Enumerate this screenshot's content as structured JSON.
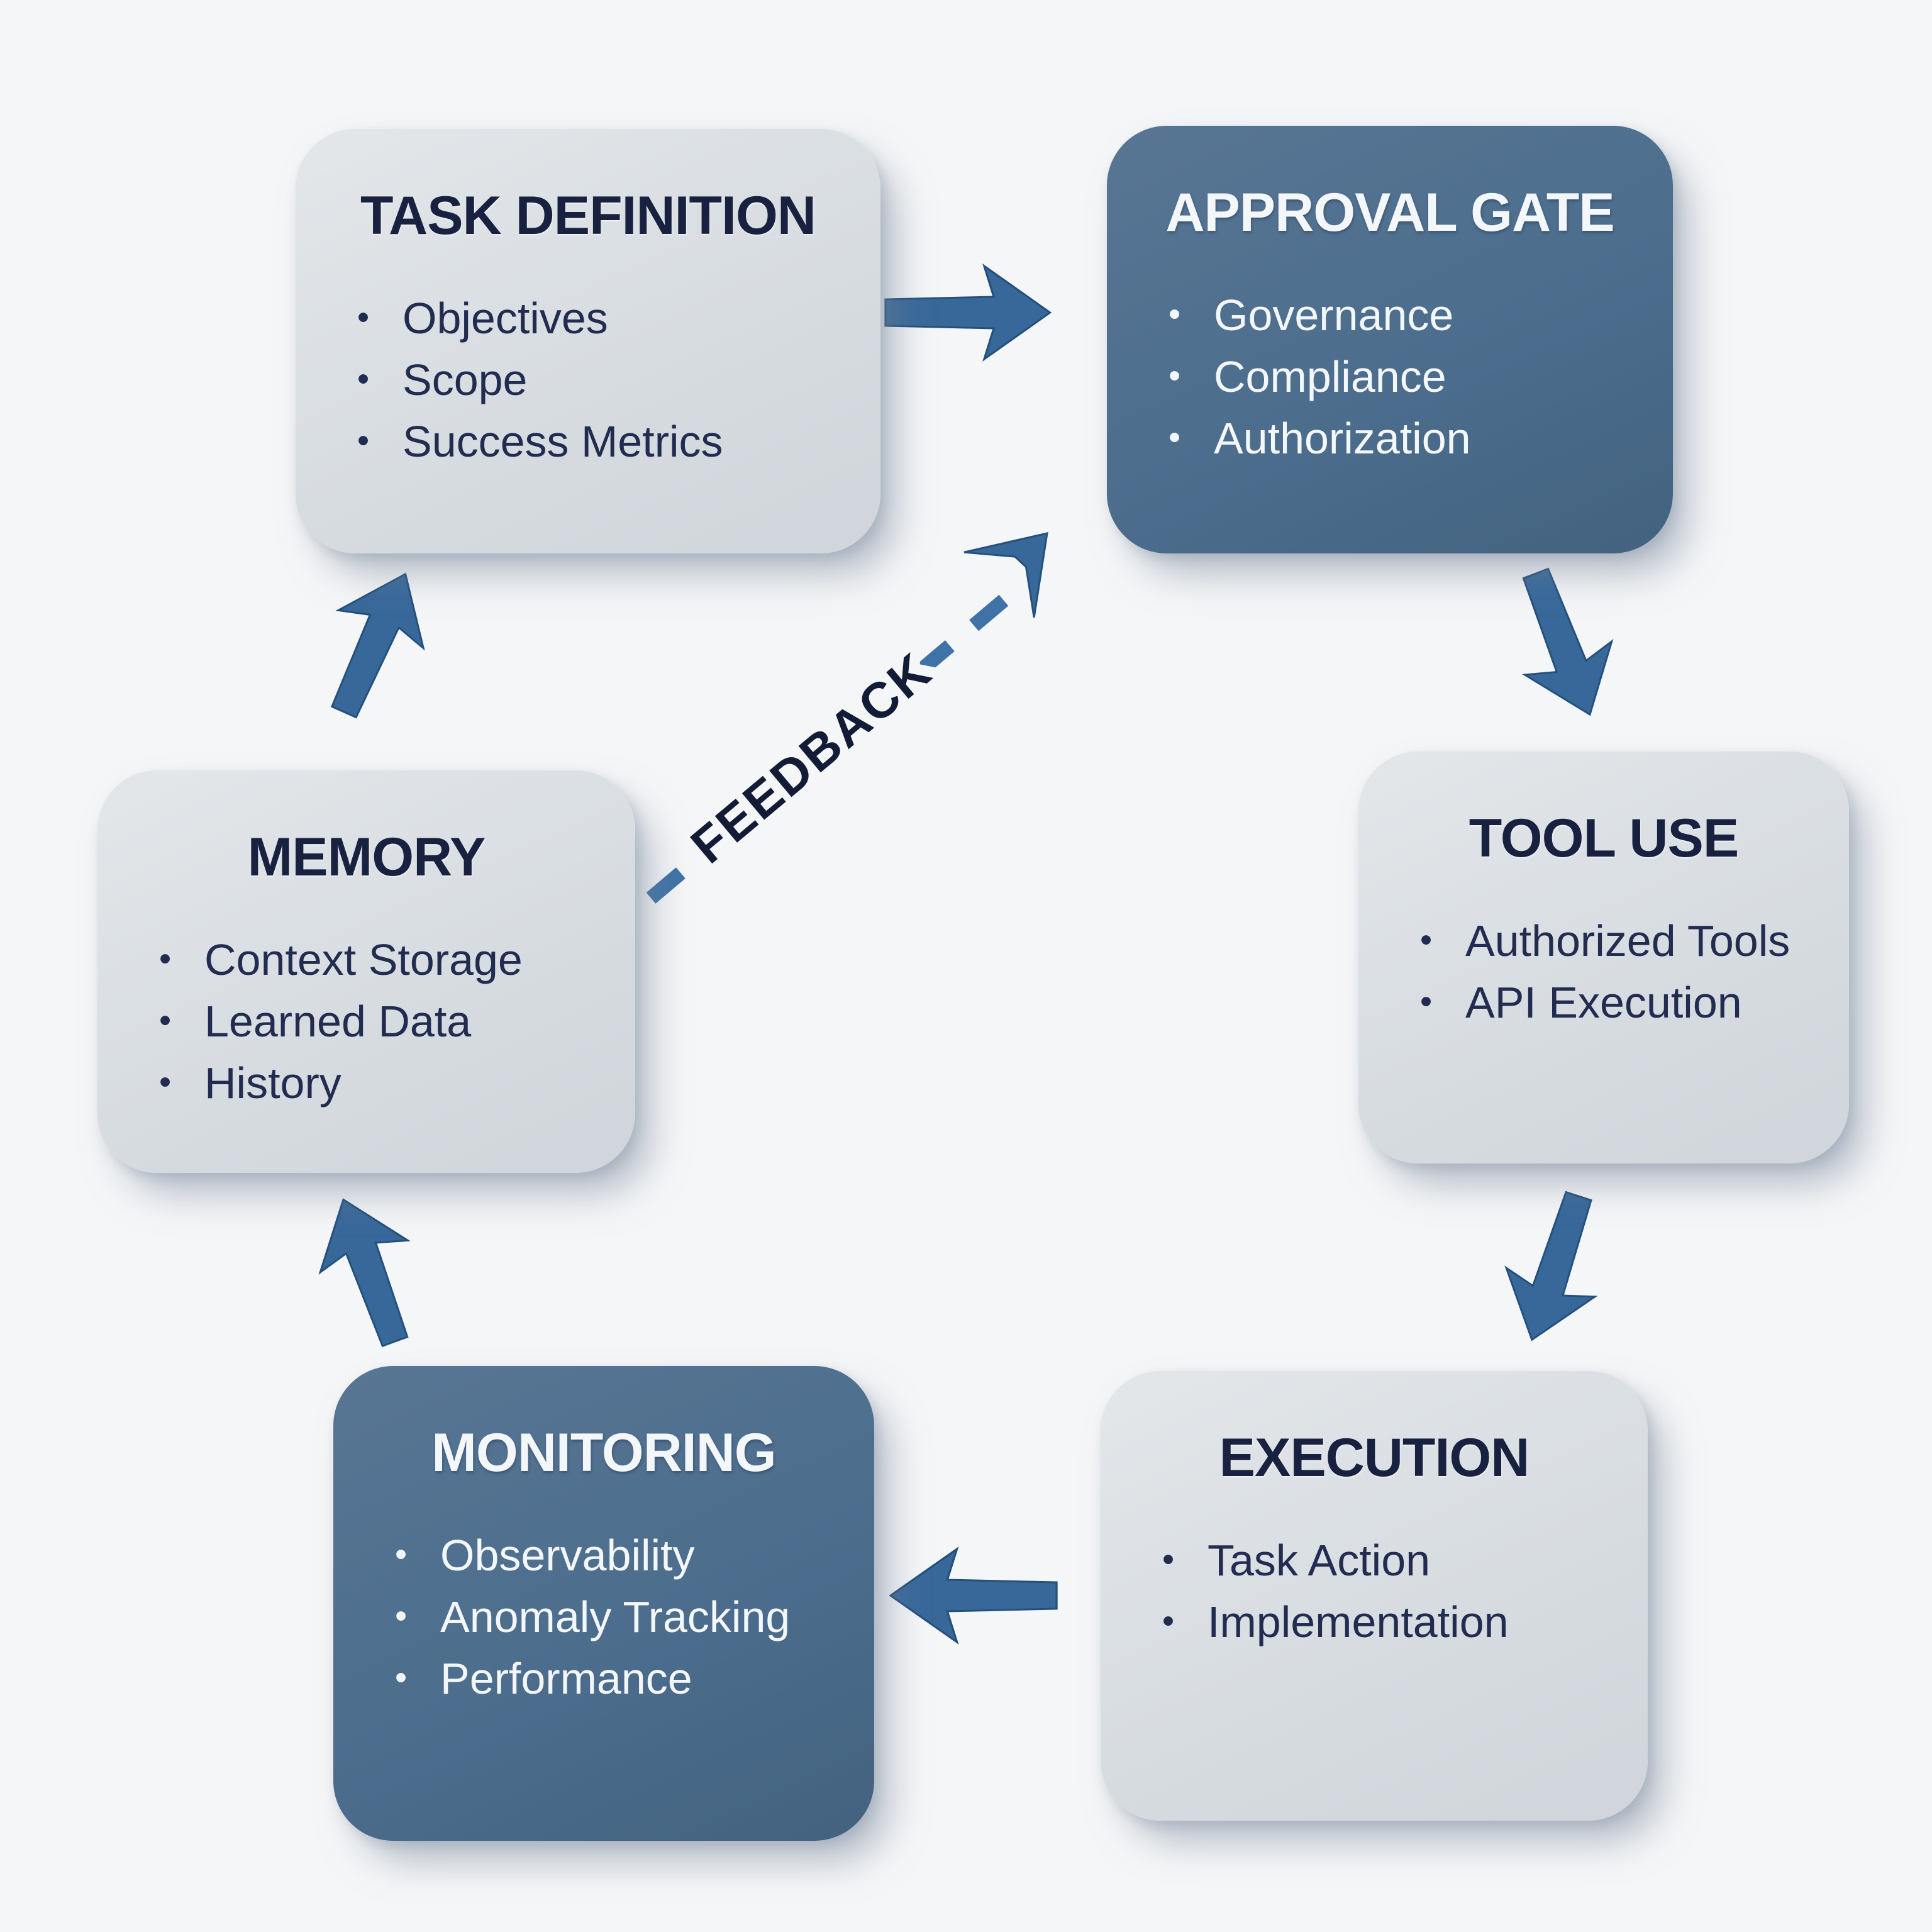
{
  "page": {
    "background": "#f5f6f8"
  },
  "colors": {
    "page_bg": "#f5f6f8",
    "box_light": "#d7dce1",
    "box_light_top": "#e3e7ea",
    "box_dark": "#4b6c8c",
    "box_dark_top": "#587694",
    "title_navy": "#18213f",
    "bullet_navy": "#212c50",
    "text_light": "#f4f7f9",
    "arrow_blue": "#38689a",
    "feedback_text": "#131c36"
  },
  "nodes": [
    {
      "id": "task-definition",
      "variant": "light",
      "title": "TASK DEFINITION",
      "items": [
        "Objectives",
        "Scope",
        "Success Metrics"
      ]
    },
    {
      "id": "approval-gate",
      "variant": "dark",
      "title": "APPROVAL GATE",
      "items": [
        "Governance",
        "Compliance",
        "Authorization"
      ]
    },
    {
      "id": "tool-use",
      "variant": "light",
      "title": "TOOL USE",
      "items": [
        "Authorized Tools",
        "API Execution"
      ]
    },
    {
      "id": "execution",
      "variant": "light",
      "title": "EXECUTION",
      "items": [
        "Task Action",
        "Implementation"
      ]
    },
    {
      "id": "monitoring",
      "variant": "dark",
      "title": "MONITORING",
      "items": [
        "Observability",
        "Anomaly Tracking",
        "Performance"
      ]
    },
    {
      "id": "memory",
      "variant": "light",
      "title": "MEMORY",
      "items": [
        "Context Storage",
        "Learned Data",
        "History"
      ]
    }
  ],
  "edges": [
    {
      "from": "task-definition",
      "to": "approval-gate",
      "style": "solid"
    },
    {
      "from": "approval-gate",
      "to": "tool-use",
      "style": "solid"
    },
    {
      "from": "tool-use",
      "to": "execution",
      "style": "solid"
    },
    {
      "from": "execution",
      "to": "monitoring",
      "style": "solid"
    },
    {
      "from": "monitoring",
      "to": "memory",
      "style": "solid"
    },
    {
      "from": "memory",
      "to": "task-definition",
      "style": "solid"
    },
    {
      "from": "memory",
      "to": "approval-gate",
      "style": "dashed",
      "label": "FEEDBACK"
    }
  ],
  "feedback": {
    "label": "FEEDBACK"
  }
}
